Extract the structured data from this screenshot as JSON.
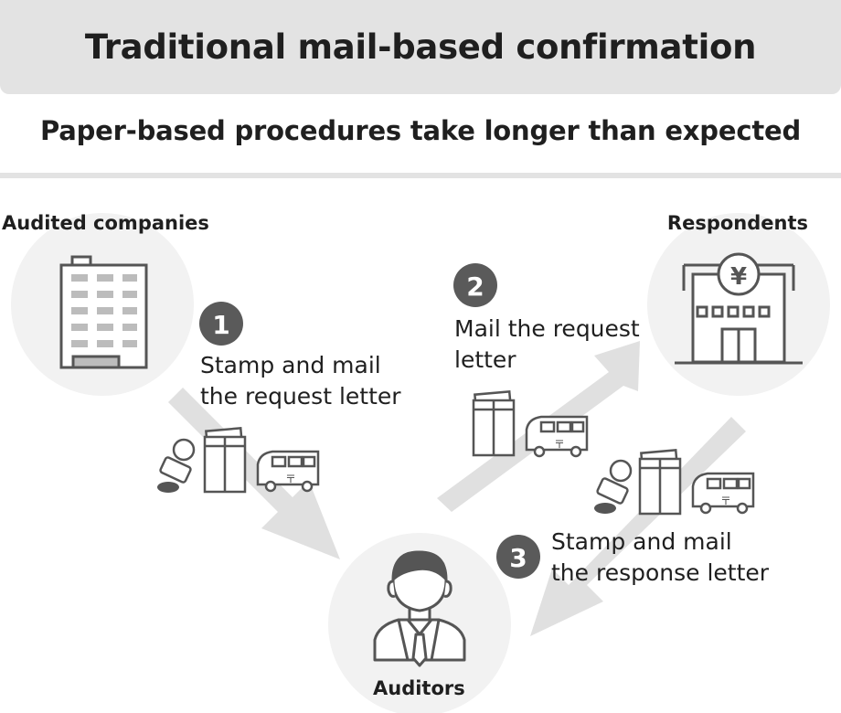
{
  "header": {
    "title": "Traditional mail-based confirmation"
  },
  "subtitle": "Paper-based procedures take longer than expected",
  "actors": {
    "audited": "Audited companies",
    "respondents": "Respondents",
    "auditors": "Auditors"
  },
  "steps": [
    {
      "number": "1",
      "lines": [
        "Stamp and mail",
        "the request letter"
      ]
    },
    {
      "number": "2",
      "lines": [
        "Mail the request",
        "letter"
      ]
    },
    {
      "number": "3",
      "lines": [
        "Stamp and mail",
        "the response letter"
      ]
    }
  ],
  "icons": {
    "bank_symbol": "¥",
    "postal_mark": "〒"
  },
  "colors": {
    "header_bg": "#e3e3e3",
    "circle_bg": "#f2f2f2",
    "arrow": "#e0e0e0",
    "badge": "#5a5a5a",
    "stroke": "#555555"
  }
}
